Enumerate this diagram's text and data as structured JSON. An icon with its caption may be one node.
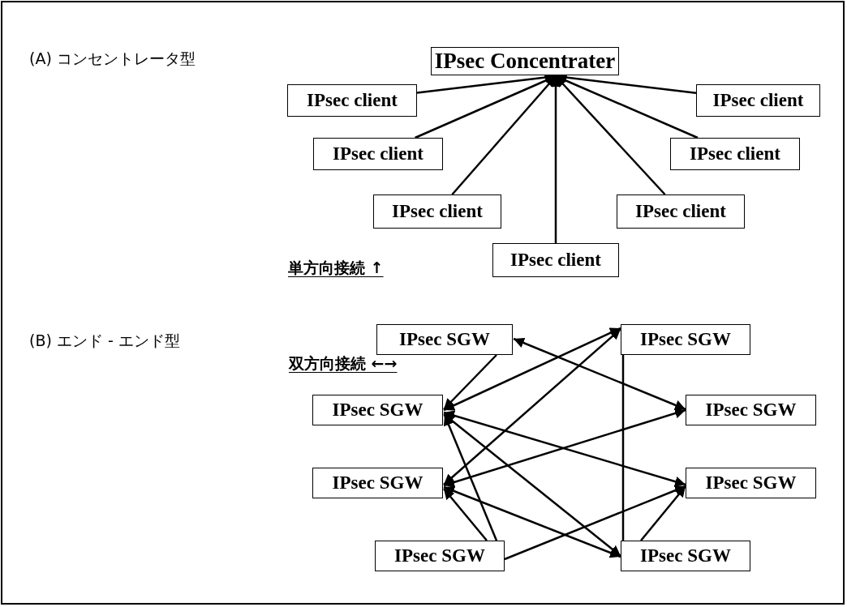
{
  "diagram": {
    "nodes": [
      {
        "text": [
          "IPsec Concentrater"
        ]
      },
      {
        "text": [
          "IPsec client"
        ]
      },
      {
        "text": [
          "IPsec client"
        ]
      },
      {
        "text": [
          "IPsec client"
        ]
      },
      {
        "text": [
          "IPsec client"
        ]
      },
      {
        "text": [
          "IPsec client"
        ]
      },
      {
        "text": [
          "IPsec client"
        ]
      },
      {
        "text": [
          "IPsec client"
        ]
      },
      {
        "text": [
          "IPsec SGW"
        ]
      },
      {
        "text": [
          "IPsec SGW"
        ]
      },
      {
        "text": [
          "IPsec SGW"
        ]
      },
      {
        "text": [
          "IPsec SGW"
        ]
      },
      {
        "text": [
          "IPsec SGW"
        ]
      },
      {
        "text": [
          "IPsec SGW"
        ]
      },
      {
        "text": [
          "IPsec SGW"
        ]
      },
      {
        "text": [
          "IPsec SGW"
        ]
      }
    ],
    "edges": [
      {
        "from": 1,
        "to": 0,
        "arrow": "to"
      },
      {
        "from": 2,
        "to": 0,
        "arrow": "to"
      },
      {
        "from": 3,
        "to": 0,
        "arrow": "to"
      },
      {
        "from": 4,
        "to": 0,
        "arrow": "to"
      },
      {
        "from": 5,
        "to": 0,
        "arrow": "to"
      },
      {
        "from": 6,
        "to": 0,
        "arrow": "to"
      },
      {
        "from": 7,
        "to": 0,
        "arrow": "to"
      },
      {
        "from": 8,
        "to": 10,
        "arrow": "to"
      },
      {
        "from": 8,
        "to": 11,
        "arrow": "both"
      },
      {
        "from": 10,
        "to": 9,
        "arrow": "both"
      },
      {
        "from": 12,
        "to": 9,
        "arrow": "both"
      },
      {
        "from": 9,
        "to": 15,
        "arrow": "none"
      },
      {
        "from": 12,
        "to": 11,
        "arrow": "both"
      },
      {
        "from": 10,
        "to": 13,
        "arrow": "both"
      },
      {
        "from": 10,
        "to": 15,
        "arrow": "both"
      },
      {
        "from": 12,
        "to": 15,
        "arrow": "both"
      },
      {
        "from": 14,
        "to": 10,
        "arrow": "to"
      },
      {
        "from": 14,
        "to": 12,
        "arrow": "to"
      },
      {
        "from": 14,
        "to": 13,
        "arrow": "to"
      },
      {
        "from": 15,
        "to": 13,
        "arrow": "to"
      }
    ],
    "labels": [
      "(A) コンセントレータ型",
      "単方向接続 ↑",
      "(B) エンド - エンド型",
      "双方向接続 ←→"
    ]
  }
}
